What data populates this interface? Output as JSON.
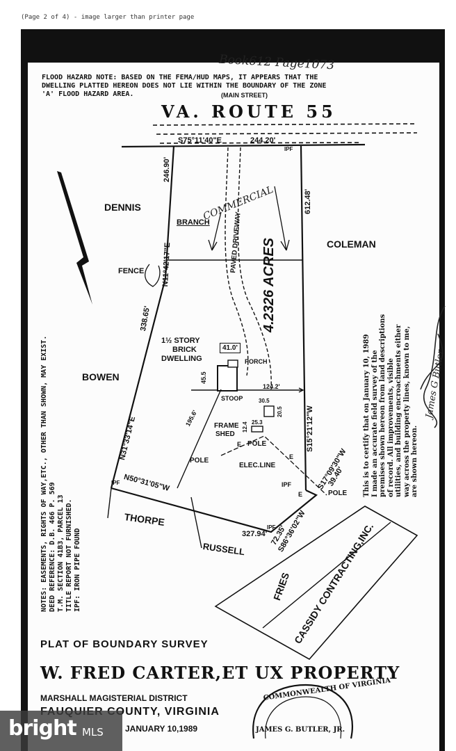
{
  "header": {
    "page_note": "(Page 2 of 4) - image larger than printer page"
  },
  "handwritten": {
    "book_page": "Book612 Page1073",
    "commercial": "COMMERCIAL",
    "signature": "James G Butler"
  },
  "flood_note": {
    "line1": "FLOOD HAZARD NOTE: BASED ON THE FEMA/HUD MAPS, IT APPEARS THAT THE",
    "line2": "DWELLING PLATTED HEREON DOES NOT LIE WITHIN THE BOUNDARY OF THE ZONE",
    "line3": "'A' FLOOD HAZARD AREA."
  },
  "road": {
    "alt_name": "(MAIN STREET)",
    "name": "VA. ROUTE 55"
  },
  "bearings": {
    "north_line": "S75°11'40\"E",
    "north_dist": "244.20'",
    "west_upper_dist": "246.90'",
    "east_dist": "612.48'",
    "west_upper_bearing": "N11°42'17\"E",
    "west_mid_dist": "338.65'",
    "west_lower_bearing": "N31°33'14\"E",
    "south_bearing": "N50°31'05\"W",
    "south_dist": "327.94'",
    "east_lower_bearing": "S15°21'12\"W",
    "se_bearing": "S17°09'30\"W",
    "se_dist": "39.40'",
    "sse_bearing": "S86°36'02\"W",
    "sse_dist": "72.35'"
  },
  "labels": {
    "dennis": "DENNIS",
    "coleman": "COLEMAN",
    "bowen": "BOWEN",
    "thorpe": "THORPE",
    "russell": "RUSSELL",
    "fries": "FRIES",
    "cassidy": "CASSIDY CONTRACTING,INC.",
    "branch": "BRANCH",
    "fence": "FENCE",
    "paved_driveway": "PAVED DRIVEWAY",
    "acres": "4.2326 ACRES",
    "dwelling_l1": "1½ STORY",
    "dwelling_l2": "BRICK",
    "dwelling_l3": "DWELLING",
    "dim_41": "41.0'",
    "dim_455": "45.5",
    "porch": "PORCH",
    "stoop": "STOOP",
    "dim_1242": "124.2'",
    "frame": "FRAME",
    "shed": "SHED",
    "dim_253": "25.3",
    "dim_124": "12.4",
    "dim_305": "30.5",
    "dim_205": "20.5",
    "dim_1956": "195.6'",
    "pole1": "POLE",
    "pole2": "POLE",
    "pole3": "POLE",
    "elec_line": "ELEC.LINE",
    "ipf1": "IPF",
    "ipf2": "IPF",
    "ipf3": "IPF",
    "ipf4": "IPF",
    "e1": "E",
    "e2": "E",
    "e3": "E"
  },
  "notes": [
    "NOTES: EASEMENTS, RIGHTS OF WAY,ETC., OTHER THAN SHOWN, MAY EXIST.",
    "DEED REFERENCE: D.B. 466 P. 569",
    "T.M. SECTION 41B3, PARCEL 13",
    "TITLE REPORT NOT FURNISHED.",
    "IPF: IRON PIPE FOUND"
  ],
  "certification": [
    "This is to certify that on January 10, 1989",
    "I made an accurate field survey of the",
    "premises shown hereon from land descriptions",
    "of record. All improvements, visible",
    "utilities, and building encroachments either",
    "way across the property lines, known to me,",
    "are shown hereon."
  ],
  "title_block": {
    "plat": "PLAT OF BOUNDARY SURVEY",
    "owner": "W. FRED CARTER,ET UX PROPERTY",
    "district": "MARSHALL MAGISTERIAL DISTRICT",
    "county": "FAUQUIER COUNTY, VIRGINIA",
    "date": "JANUARY 10,1989"
  },
  "seal": {
    "ring": "COMMONWEALTH OF VIRGINIA",
    "name": "JAMES G. BUTLER, JR."
  },
  "watermark": {
    "brand": "bright",
    "suffix": "MLS"
  }
}
